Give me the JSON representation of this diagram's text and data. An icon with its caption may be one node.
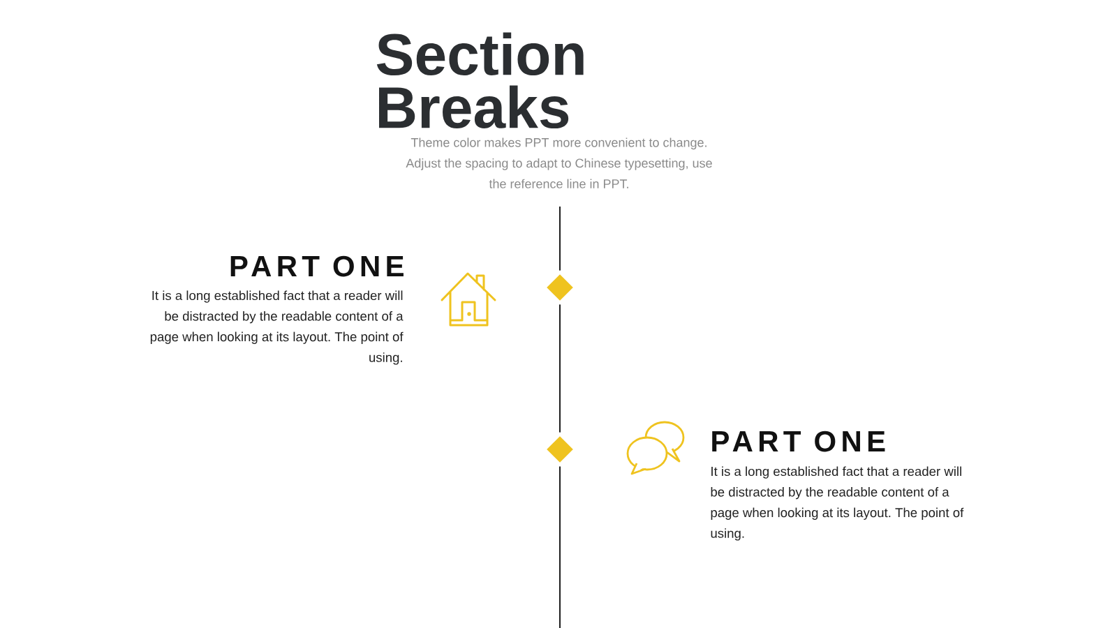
{
  "diagram": {
    "title": "Section Breaks",
    "nodes": [
      {
        "text": [],
        "shape": "diamond"
      },
      {
        "text": [],
        "shape": "diamond"
      }
    ],
    "edges": [
      {
        "from": null,
        "to": 0,
        "arrow": "none"
      },
      {
        "from": 0,
        "to": 1,
        "arrow": "none"
      },
      {
        "from": 1,
        "to": null,
        "arrow": "none"
      }
    ],
    "labels": [
      "Theme color makes PPT more convenient to change. Adjust the spacing to adapt to Chinese typesetting, use the reference line in PPT.",
      "PART ONE",
      "It is a long established fact that a reader will be distracted by the readable content of a page when looking at its layout. The point of using.",
      "PART ONE",
      "It is a long established fact that a reader will be distracted by the readable content of a page when looking at its layout. The point of using."
    ]
  }
}
